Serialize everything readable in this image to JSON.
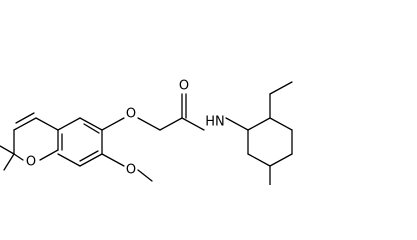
{
  "atoms": {
    "ring_oxygen": "O",
    "ether_oxygen": "O",
    "methoxy_oxygen": "O",
    "carbonyl_oxygen": "O",
    "amide_nitrogen": "HN"
  },
  "colors": {
    "bond": "#000000",
    "label": "#000000",
    "background": "#ffffff"
  }
}
